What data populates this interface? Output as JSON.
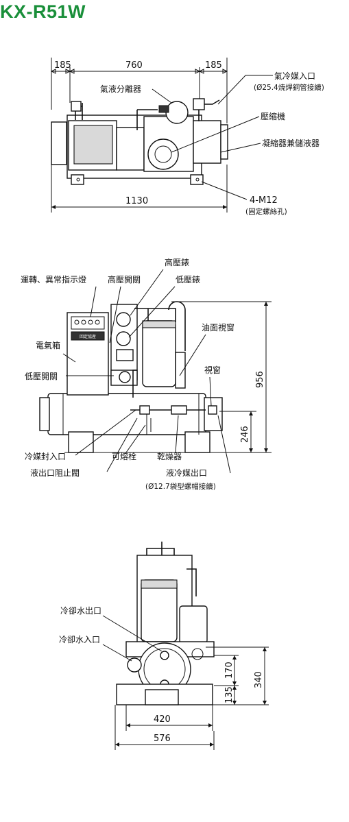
{
  "title": "KX-R51W",
  "top_view": {
    "dims": {
      "left": "185",
      "middle": "760",
      "right": "185",
      "overall": "1130"
    },
    "labels": {
      "gas_inlet": "氣冷媒入口",
      "gas_inlet_spec": "(Ø25.4焼焊銅管接續)",
      "separator": "氣液分離器",
      "compressor": "壓縮機",
      "condenser": "凝縮器兼儲液器",
      "bolt": "4-M12",
      "bolt_spec": "(固定螺絲孔)"
    }
  },
  "front_view": {
    "dims": {
      "height": "956",
      "sub_height": "246"
    },
    "labels": {
      "indicator": "運轉、異常指示燈",
      "high_switch": "高壓開關",
      "high_gauge": "高壓錶",
      "low_gauge": "低壓錶",
      "oil_window": "油面視窗",
      "electric_box": "電氣箱",
      "sight_window": "視窗",
      "low_switch": "低壓開關",
      "refrigerant_seal": "冷媒封入口",
      "fusible_plug": "可熔栓",
      "dryer": "乾燥器",
      "liquid_outlet": "液冷媒出口",
      "liquid_outlet_spec": "(Ø12.7袋型螺帽接續)",
      "stop_valve": "液出口阻止閥",
      "panel_badge": "回定協産"
    }
  },
  "side_view": {
    "dims": {
      "h170": "170",
      "h135": "135",
      "h340": "340",
      "w420": "420",
      "w576": "576"
    },
    "labels": {
      "water_out": "冷卻水出口",
      "water_in": "冷卻水入口"
    }
  }
}
